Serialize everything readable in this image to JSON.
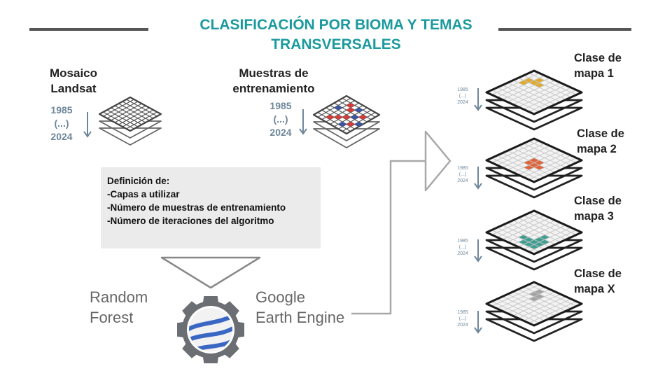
{
  "title": "CLASIFICACIÓN POR BIOMA Y TEMAS TRANSVERSALES",
  "inputs": {
    "landsat": {
      "label_line1": "Mosaico",
      "label_line2": "Landsat",
      "year_start": "1985",
      "year_mid": "(...)",
      "year_end": "2024"
    },
    "samples": {
      "label_line1": "Muestras de",
      "label_line2": "entrenamiento",
      "year_start": "1985",
      "year_mid": "(...)",
      "year_end": "2024"
    }
  },
  "definition": {
    "heading": "Definición de:",
    "items": [
      "-Capas a utilizar",
      "-Número de muestras de entrenamiento",
      "-Número de iteraciones del algoritmo"
    ]
  },
  "engine": {
    "algorithm_line1": "Random",
    "algorithm_line2": "Forest",
    "platform_line1": "Google",
    "platform_line2": "Earth Engine"
  },
  "classes": [
    {
      "line1": "Clase de",
      "line2": "mapa 1",
      "year_start": "1985",
      "year_mid": "(...)",
      "year_end": "2024",
      "color": "#e0aa2c"
    },
    {
      "line1": "Clase de",
      "line2": "mapa 2",
      "year_start": "1985",
      "year_mid": "(...)",
      "year_end": "2024",
      "color": "#e06438"
    },
    {
      "line1": "Clase de",
      "line2": "mapa 3",
      "year_start": "1985",
      "year_mid": "(...)",
      "year_end": "2024",
      "color": "#3f9e90"
    },
    {
      "line1": "Clase de",
      "line2": "mapa X",
      "year_start": "1985",
      "year_mid": "(...)",
      "year_end": "2024",
      "color": "#a3a3a3"
    }
  ],
  "colors": {
    "title": "#1a9a9e",
    "years": "#6e879a",
    "sample_red": "#d93b3b",
    "sample_blue": "#3a56a5",
    "arrow": "#a8a8a8"
  },
  "icons": {
    "engine_logo": "earth-engine-logo-icon",
    "flow_arrow": "flow-arrow-icon",
    "funnel": "funnel-triangle-icon"
  }
}
